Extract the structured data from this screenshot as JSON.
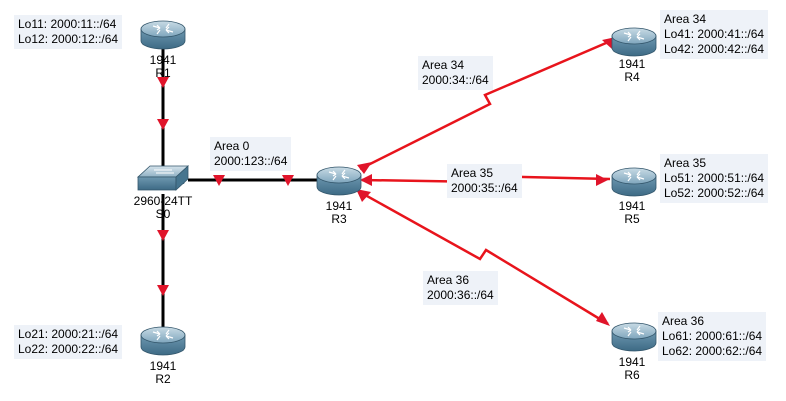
{
  "devices": {
    "R1": {
      "model": "1941",
      "name": "R1"
    },
    "R2": {
      "model": "1941",
      "name": "R2"
    },
    "R3": {
      "model": "1941",
      "name": "R3"
    },
    "R4": {
      "model": "1941",
      "name": "R4"
    },
    "R5": {
      "model": "1941",
      "name": "R5"
    },
    "R6": {
      "model": "1941",
      "name": "R6"
    },
    "S0": {
      "model": "2960-24TT",
      "name": "S0"
    }
  },
  "notes": {
    "r1": [
      "Lo11: 2000:11::/64",
      "Lo12: 2000:12::/64"
    ],
    "r2": [
      "Lo21: 2000:21::/64",
      "Lo22: 2000:22::/64"
    ],
    "r4": [
      "Area 34",
      "Lo41: 2000:41::/64",
      "Lo42: 2000:42::/64"
    ],
    "r5": [
      "Area 35",
      "Lo51: 2000:51::/64",
      "Lo52: 2000:52::/64"
    ],
    "r6": [
      "Area 36",
      "Lo61: 2000:61::/64",
      "Lo62: 2000:62::/64"
    ],
    "area0": [
      "Area 0",
      "2000:123::/64"
    ],
    "area34": [
      "Area 34",
      "2000:34::/64"
    ],
    "area35": [
      "Area 35",
      "2000:35::/64"
    ],
    "area36": [
      "Area 36",
      "2000:36::/64"
    ]
  },
  "colors": {
    "ethernet_link": "#000000",
    "serial_link": "#e8141c",
    "link_status": "#e0142a",
    "note_bg": "#eef2f8",
    "router_body": "#5e8ea8"
  }
}
